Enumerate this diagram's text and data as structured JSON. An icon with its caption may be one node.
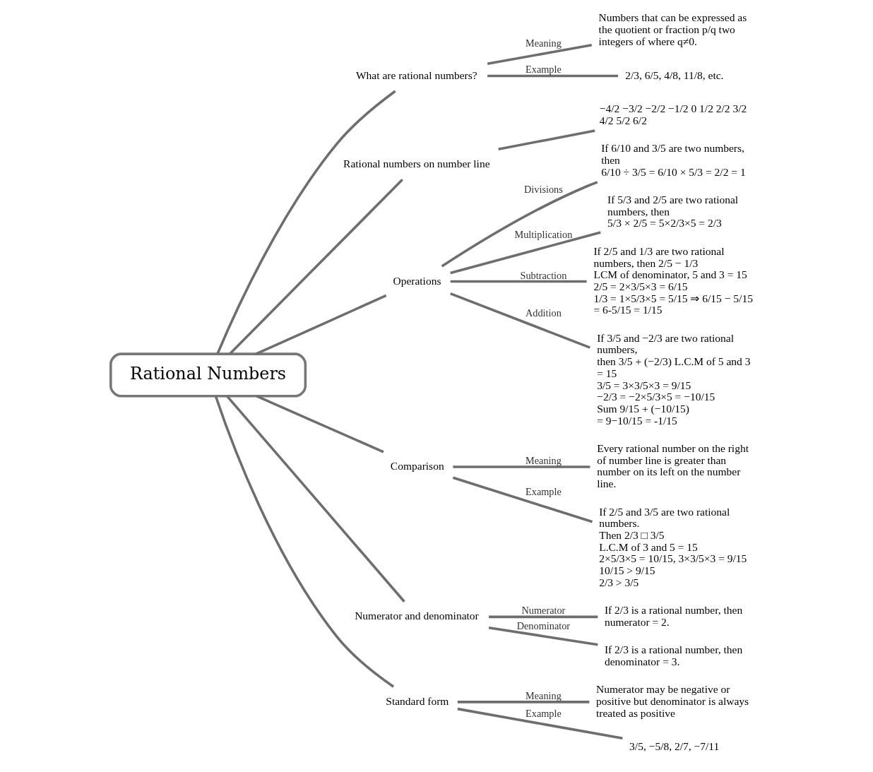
{
  "diagram": {
    "nodes": [
      {
        "text": [
          "Rational Numbers"
        ]
      },
      {
        "text": [
          "What are rational numbers?"
        ]
      },
      {
        "text": [
          "Numbers that can be expressed as the quotient or fraction p/q two integers of where q≠0."
        ]
      },
      {
        "text": [
          "2/3, 6/5, 4/8, 11/8, etc."
        ]
      },
      {
        "text": [
          "Rational numbers on number line"
        ]
      },
      {
        "text": [
          "−4/2 −3/2 −2/2 −1/2 0 1/2 2/2 3/2 4/2 5/2 6/2"
        ]
      },
      {
        "text": [
          "Operations"
        ]
      },
      {
        "text": [
          "If 6/10 and 3/5 are two numbers, then",
          "6/10 ÷ 3/5 = 6/10 × 5/3 = 2/2 = 1"
        ]
      },
      {
        "text": [
          "If 5/3 and 2/5 are two rational numbers, then",
          "5/3 × 2/5 = 5×2/3×5 = 2/3"
        ]
      },
      {
        "text": [
          "If 2/5 and 1/3 are two rational numbers, then 2/5 − 1/3",
          "LCM of denominator, 5 and 3 = 15",
          "2/5 = 2×3/5×3 = 6/15",
          "1/3 = 1×5/3×5 = 5/15 ⇒ 6/15 − 5/15 = 6-5/15 = 1/15"
        ]
      },
      {
        "text": [
          "If 3/5 and −2/3 are two rational numbers,",
          "then 3/5 + (−2/3) L.C.M of 5 and 3 = 15",
          "3/5 = 3×3/5×3 = 9/15",
          "−2/3 = −2×5/3×5 = −10/15",
          "Sum 9/15 + (−10/15)",
          "= 9−10/15 = -1/15"
        ]
      },
      {
        "text": [
          "Comparison"
        ]
      },
      {
        "text": [
          "Every rational number on the right of number line is greater than number on its left on the number line."
        ]
      },
      {
        "text": [
          "If 2/5 and 3/5 are two rational numbers.",
          "Then 2/3 □ 3/5",
          "L.C.M of 3 and 5 = 15",
          "2×5/3×5 = 10/15, 3×3/5×3 = 9/15",
          "10/15 > 9/15",
          "2/3 > 3/5"
        ]
      },
      {
        "text": [
          "Numerator and denominator"
        ]
      },
      {
        "text": [
          "If 2/3 is a rational number, then numerator = 2."
        ]
      },
      {
        "text": [
          "If 2/3 is a rational number, then denominator = 3."
        ]
      },
      {
        "text": [
          "Standard form"
        ]
      },
      {
        "text": [
          "Numerator may be negative or positive but denominator is always treated as positive"
        ]
      },
      {
        "text": [
          "3/5, −5/8, 2/7, −7/11"
        ]
      }
    ],
    "edges": [
      {
        "from": 0,
        "to": 1,
        "arrow": "none"
      },
      {
        "from": 1,
        "to": 2,
        "label": "Meaning",
        "arrow": "none"
      },
      {
        "from": 1,
        "to": 3,
        "label": "Example",
        "arrow": "none"
      },
      {
        "from": 0,
        "to": 4,
        "arrow": "none"
      },
      {
        "from": 4,
        "to": 5,
        "arrow": "none"
      },
      {
        "from": 0,
        "to": 6,
        "arrow": "none"
      },
      {
        "from": 6,
        "to": 7,
        "label": "Divisions",
        "arrow": "none"
      },
      {
        "from": 6,
        "to": 8,
        "label": "Multiplication",
        "arrow": "none"
      },
      {
        "from": 6,
        "to": 9,
        "label": "Subtraction",
        "arrow": "none"
      },
      {
        "from": 6,
        "to": 10,
        "label": "Addition",
        "arrow": "none"
      },
      {
        "from": 0,
        "to": 11,
        "arrow": "none"
      },
      {
        "from": 11,
        "to": 12,
        "label": "Meaning",
        "arrow": "none"
      },
      {
        "from": 11,
        "to": 13,
        "label": "Example",
        "arrow": "none"
      },
      {
        "from": 0,
        "to": 14,
        "arrow": "none"
      },
      {
        "from": 14,
        "to": 15,
        "label": "Numerator",
        "arrow": "none"
      },
      {
        "from": 14,
        "to": 16,
        "label": "Denominator",
        "arrow": "none"
      },
      {
        "from": 0,
        "to": 17,
        "arrow": "none"
      },
      {
        "from": 17,
        "to": 18,
        "label": "Meaning",
        "arrow": "none"
      },
      {
        "from": 17,
        "to": 19,
        "label": "Example",
        "arrow": "none"
      }
    ]
  }
}
